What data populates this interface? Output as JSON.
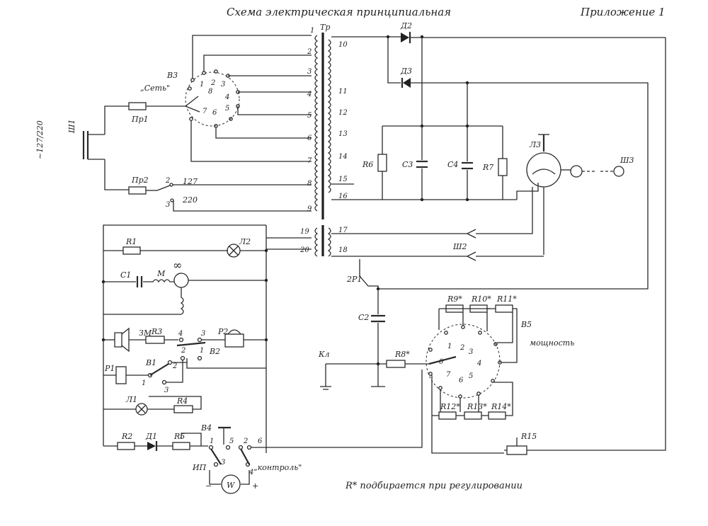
{
  "header": {
    "title": "Схема электрическая принципиальная",
    "appendix": "Приложение 1"
  },
  "notes": {
    "adjust": "R* подбирается при регулировании"
  },
  "labels": {
    "supply": "~127/220",
    "plug_main": "Ш1",
    "plug_out": "Ш2",
    "plug_tube": "Ш3",
    "net": "„Сеть\"",
    "fuse1": "Пр1",
    "fuse2": "Пр2",
    "v127": "127",
    "v220": "220",
    "switch_b3": "В3",
    "transformer": "Тр",
    "d2": "Д2",
    "d3": "Д3",
    "r6": "R6",
    "c3": "С3",
    "c4": "С4",
    "r7": "R7",
    "tube": "Л3",
    "r1": "R1",
    "l2": "Л2",
    "c1": "С1",
    "motor": "М",
    "zm": "ЗМ",
    "r3": "R3",
    "p2": "Р2",
    "b2": "В2",
    "p1": "Р1",
    "b1": "В1",
    "l1": "Л1",
    "r4": "R4",
    "r2": "R2",
    "d1": "Д1",
    "r5": "R5",
    "b4": "В4",
    "ip": "ИП",
    "control": "„контроль\"",
    "w": "W",
    "relay_contact": "2Р1",
    "c2": "С2",
    "kl": "Кл",
    "r8": "R8*",
    "r9": "R9*",
    "r10": "R10*",
    "r11": "R11*",
    "r12": "R12*",
    "r13": "R13*",
    "r14": "R14*",
    "r15": "R15",
    "b5": "В5",
    "power": "мощность"
  },
  "pins": {
    "primary": [
      "1",
      "2",
      "3",
      "4",
      "5",
      "6",
      "7",
      "8",
      "9"
    ],
    "secondary": [
      "10",
      "11",
      "12",
      "13",
      "14",
      "15",
      "16"
    ],
    "low": [
      "19",
      "20"
    ],
    "out": [
      "17",
      "18"
    ],
    "b3": [
      "1",
      "2",
      "3",
      "4",
      "5",
      "6",
      "7",
      "8"
    ],
    "b5": [
      "0",
      "1",
      "2",
      "3",
      "4",
      "5",
      "6",
      "7"
    ],
    "b2": [
      "4",
      "3",
      "2",
      "1"
    ],
    "b1": [
      "1",
      "2",
      "3"
    ],
    "b4": [
      "1",
      "3",
      "5",
      "2",
      "6",
      "4"
    ],
    "fuse2_sw": [
      "2",
      "3"
    ]
  }
}
